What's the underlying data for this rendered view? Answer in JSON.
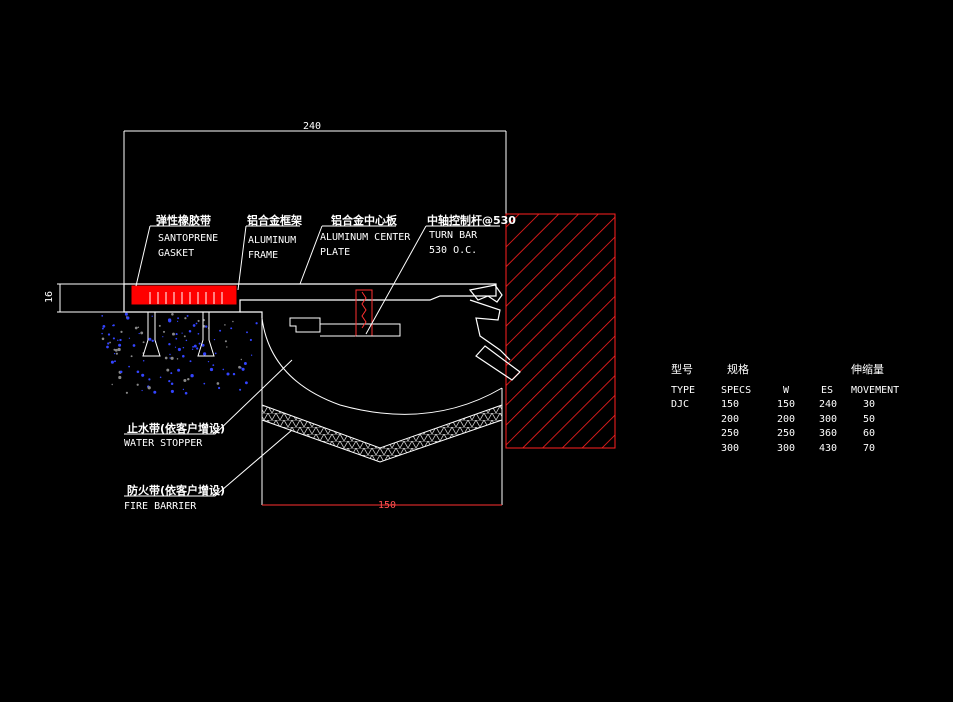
{
  "colors": {
    "background": "#000000",
    "line": "#ffffff",
    "gasket": "#ff0000",
    "hatch": "#ff2020",
    "dim_red": "#ff3030",
    "concrete_dots": "#3344ff"
  },
  "dimensions": {
    "overall_width": "240",
    "depth": "16",
    "gap_width": "150"
  },
  "labels": {
    "gasket_cn": "弹性橡胶带",
    "gasket_en_1": "SANTOPRENE",
    "gasket_en_2": "GASKET",
    "frame_cn": "铝合金框架",
    "frame_en_1": "ALUMINUM",
    "frame_en_2": "FRAME",
    "plate_cn": "铝合金中心板",
    "plate_en_1": "ALUMINUM CENTER",
    "plate_en_2": "PLATE",
    "turnbar_cn": "中轴控制杆@530",
    "turnbar_en_1": "TURN BAR",
    "turnbar_en_2": "530 O.C.",
    "water_cn": "止水带(依客户增设)",
    "water_en": "WATER STOPPER",
    "fire_cn": "防火带(依客户增设)",
    "fire_en": "FIRE BARRIER"
  },
  "spec_table": {
    "headers_cn": [
      "型号",
      "规格",
      "伸缩量"
    ],
    "headers_en": [
      "TYPE",
      "SPECS",
      "W",
      "ES",
      "MOVEMENT"
    ],
    "rows": [
      [
        "DJC",
        "150",
        "150",
        "240",
        "30"
      ],
      [
        "",
        "200",
        "200",
        "300",
        "50"
      ],
      [
        "",
        "250",
        "250",
        "360",
        "60"
      ],
      [
        "",
        "300",
        "300",
        "430",
        "70"
      ]
    ]
  }
}
